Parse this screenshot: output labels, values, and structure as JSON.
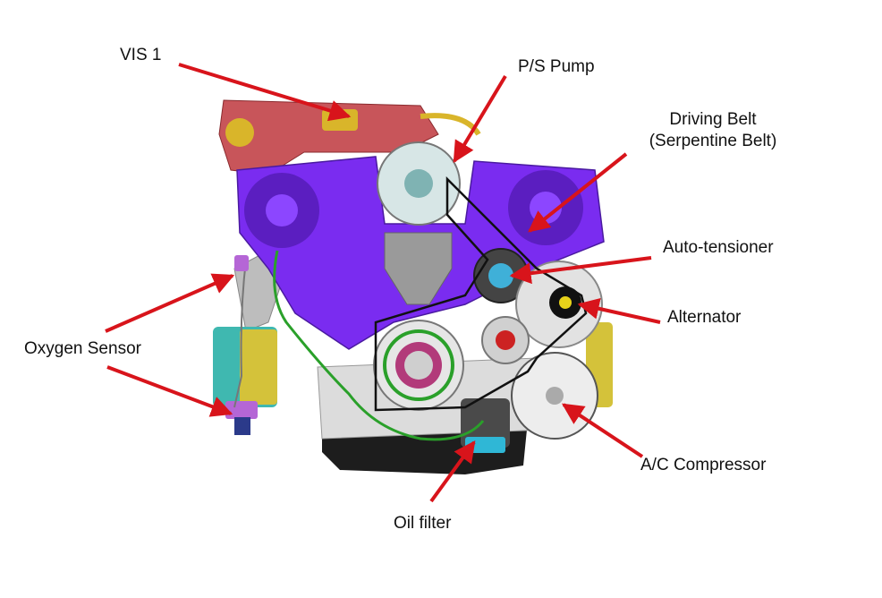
{
  "diagram": {
    "labels": {
      "vis": "VIS 1",
      "ps_pump": "P/S Pump",
      "driving_belt_line1": "Driving Belt",
      "driving_belt_line2": "(Serpentine Belt)",
      "auto_tensioner": "Auto-tensioner",
      "alternator": "Alternator",
      "oxygen_sensor": "Oxygen Sensor",
      "ac_compressor": "A/C Compressor",
      "oil_filter": "Oil filter"
    },
    "colors": {
      "arrow": "#d8141b",
      "timing_cover": "#7a2cf0",
      "timing_cover_dark": "#5b1ec0",
      "intake": "#c8555a",
      "catalytic": "#d4c23a",
      "catalytic_side": "#3fb8b0",
      "pulley_grey": "#c9c9c9",
      "oil_filter": "#4a4a4a",
      "oil_filter_cap": "#2fb7d6",
      "hose_green": "#2aa02a",
      "oil_pan": "#1d1d1d"
    }
  }
}
